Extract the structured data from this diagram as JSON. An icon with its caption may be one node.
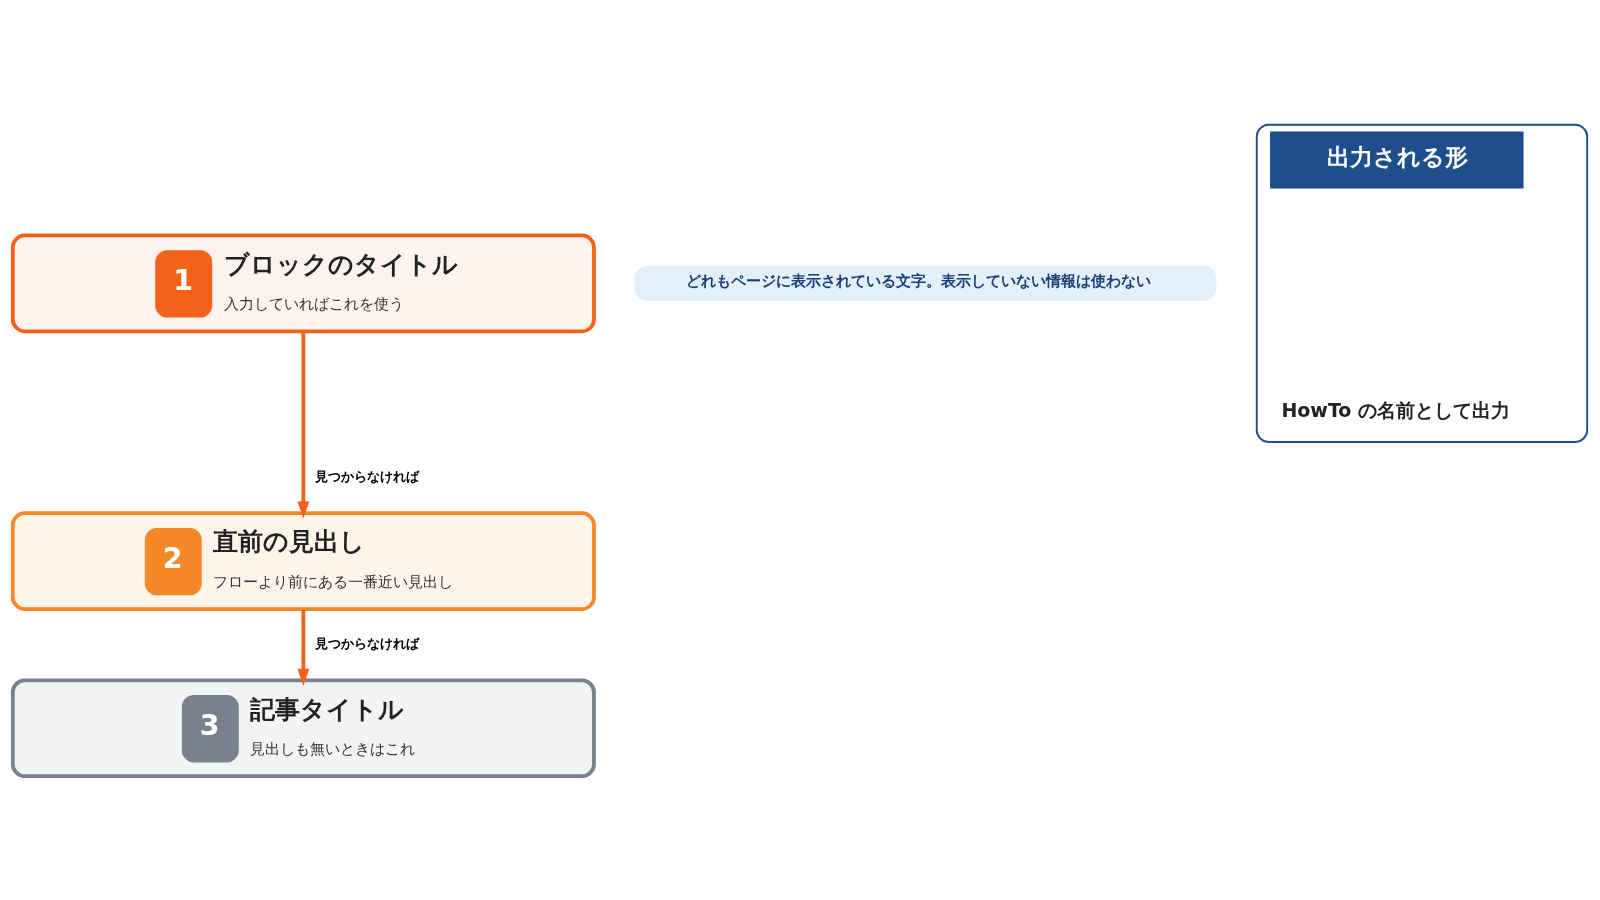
{
  "diagram": {
    "nodes": [
      {
        "text": [
          "1",
          "ブロックのタイトル",
          "入力していればこれを使う"
        ]
      },
      {
        "text": [
          "2",
          "直前の見出し",
          "フローより前にある一番近い見出し"
        ]
      },
      {
        "text": [
          "3",
          "記事タイトル",
          "見出しも無いときはこれ"
        ]
      },
      {
        "text": [
          "どれもページに表示されている文字。表示していない情報は使わない"
        ]
      },
      {
        "text": [
          "出力される形",
          "HowTo の名前として出力"
        ]
      }
    ],
    "edges": [
      {
        "from": 0,
        "to": 1,
        "arrow": "to",
        "label": "見つからなければ"
      },
      {
        "from": 1,
        "to": 2,
        "arrow": "to",
        "label": "見つからなければ"
      }
    ]
  }
}
